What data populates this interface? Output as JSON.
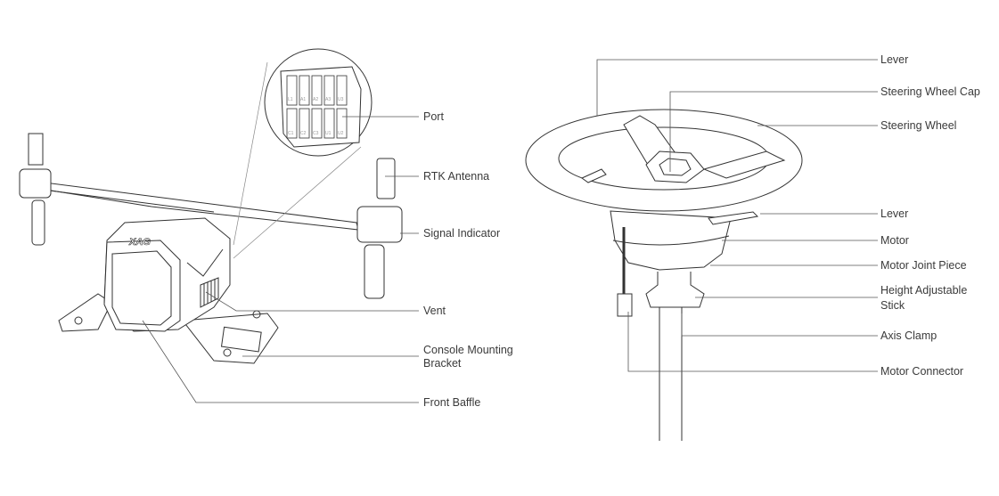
{
  "console": {
    "logo": "XAG",
    "ports_top": [
      "L1",
      "A1",
      "A2",
      "A3",
      "U3"
    ],
    "ports_bottom": [
      "C1",
      "C2",
      "C3",
      "U1",
      "U2"
    ],
    "labels": {
      "port": "Port",
      "rtk_antenna": "RTK Antenna",
      "signal_indicator": "Signal Indicator",
      "vent": "Vent",
      "mounting_bracket_1": "Console Mounting",
      "mounting_bracket_2": "Bracket",
      "front_baffle": "Front Baffle"
    }
  },
  "steering": {
    "labels": {
      "lever_top": "Lever",
      "wheel_cap": "Steering Wheel Cap",
      "wheel": "Steering Wheel",
      "lever_bottom": "Lever",
      "motor": "Motor",
      "motor_joint": "Motor Joint Piece",
      "height_stick_1": "Height Adjustable",
      "height_stick_2": "Stick",
      "axis_clamp": "Axis Clamp",
      "motor_connector": "Motor Connector"
    }
  }
}
